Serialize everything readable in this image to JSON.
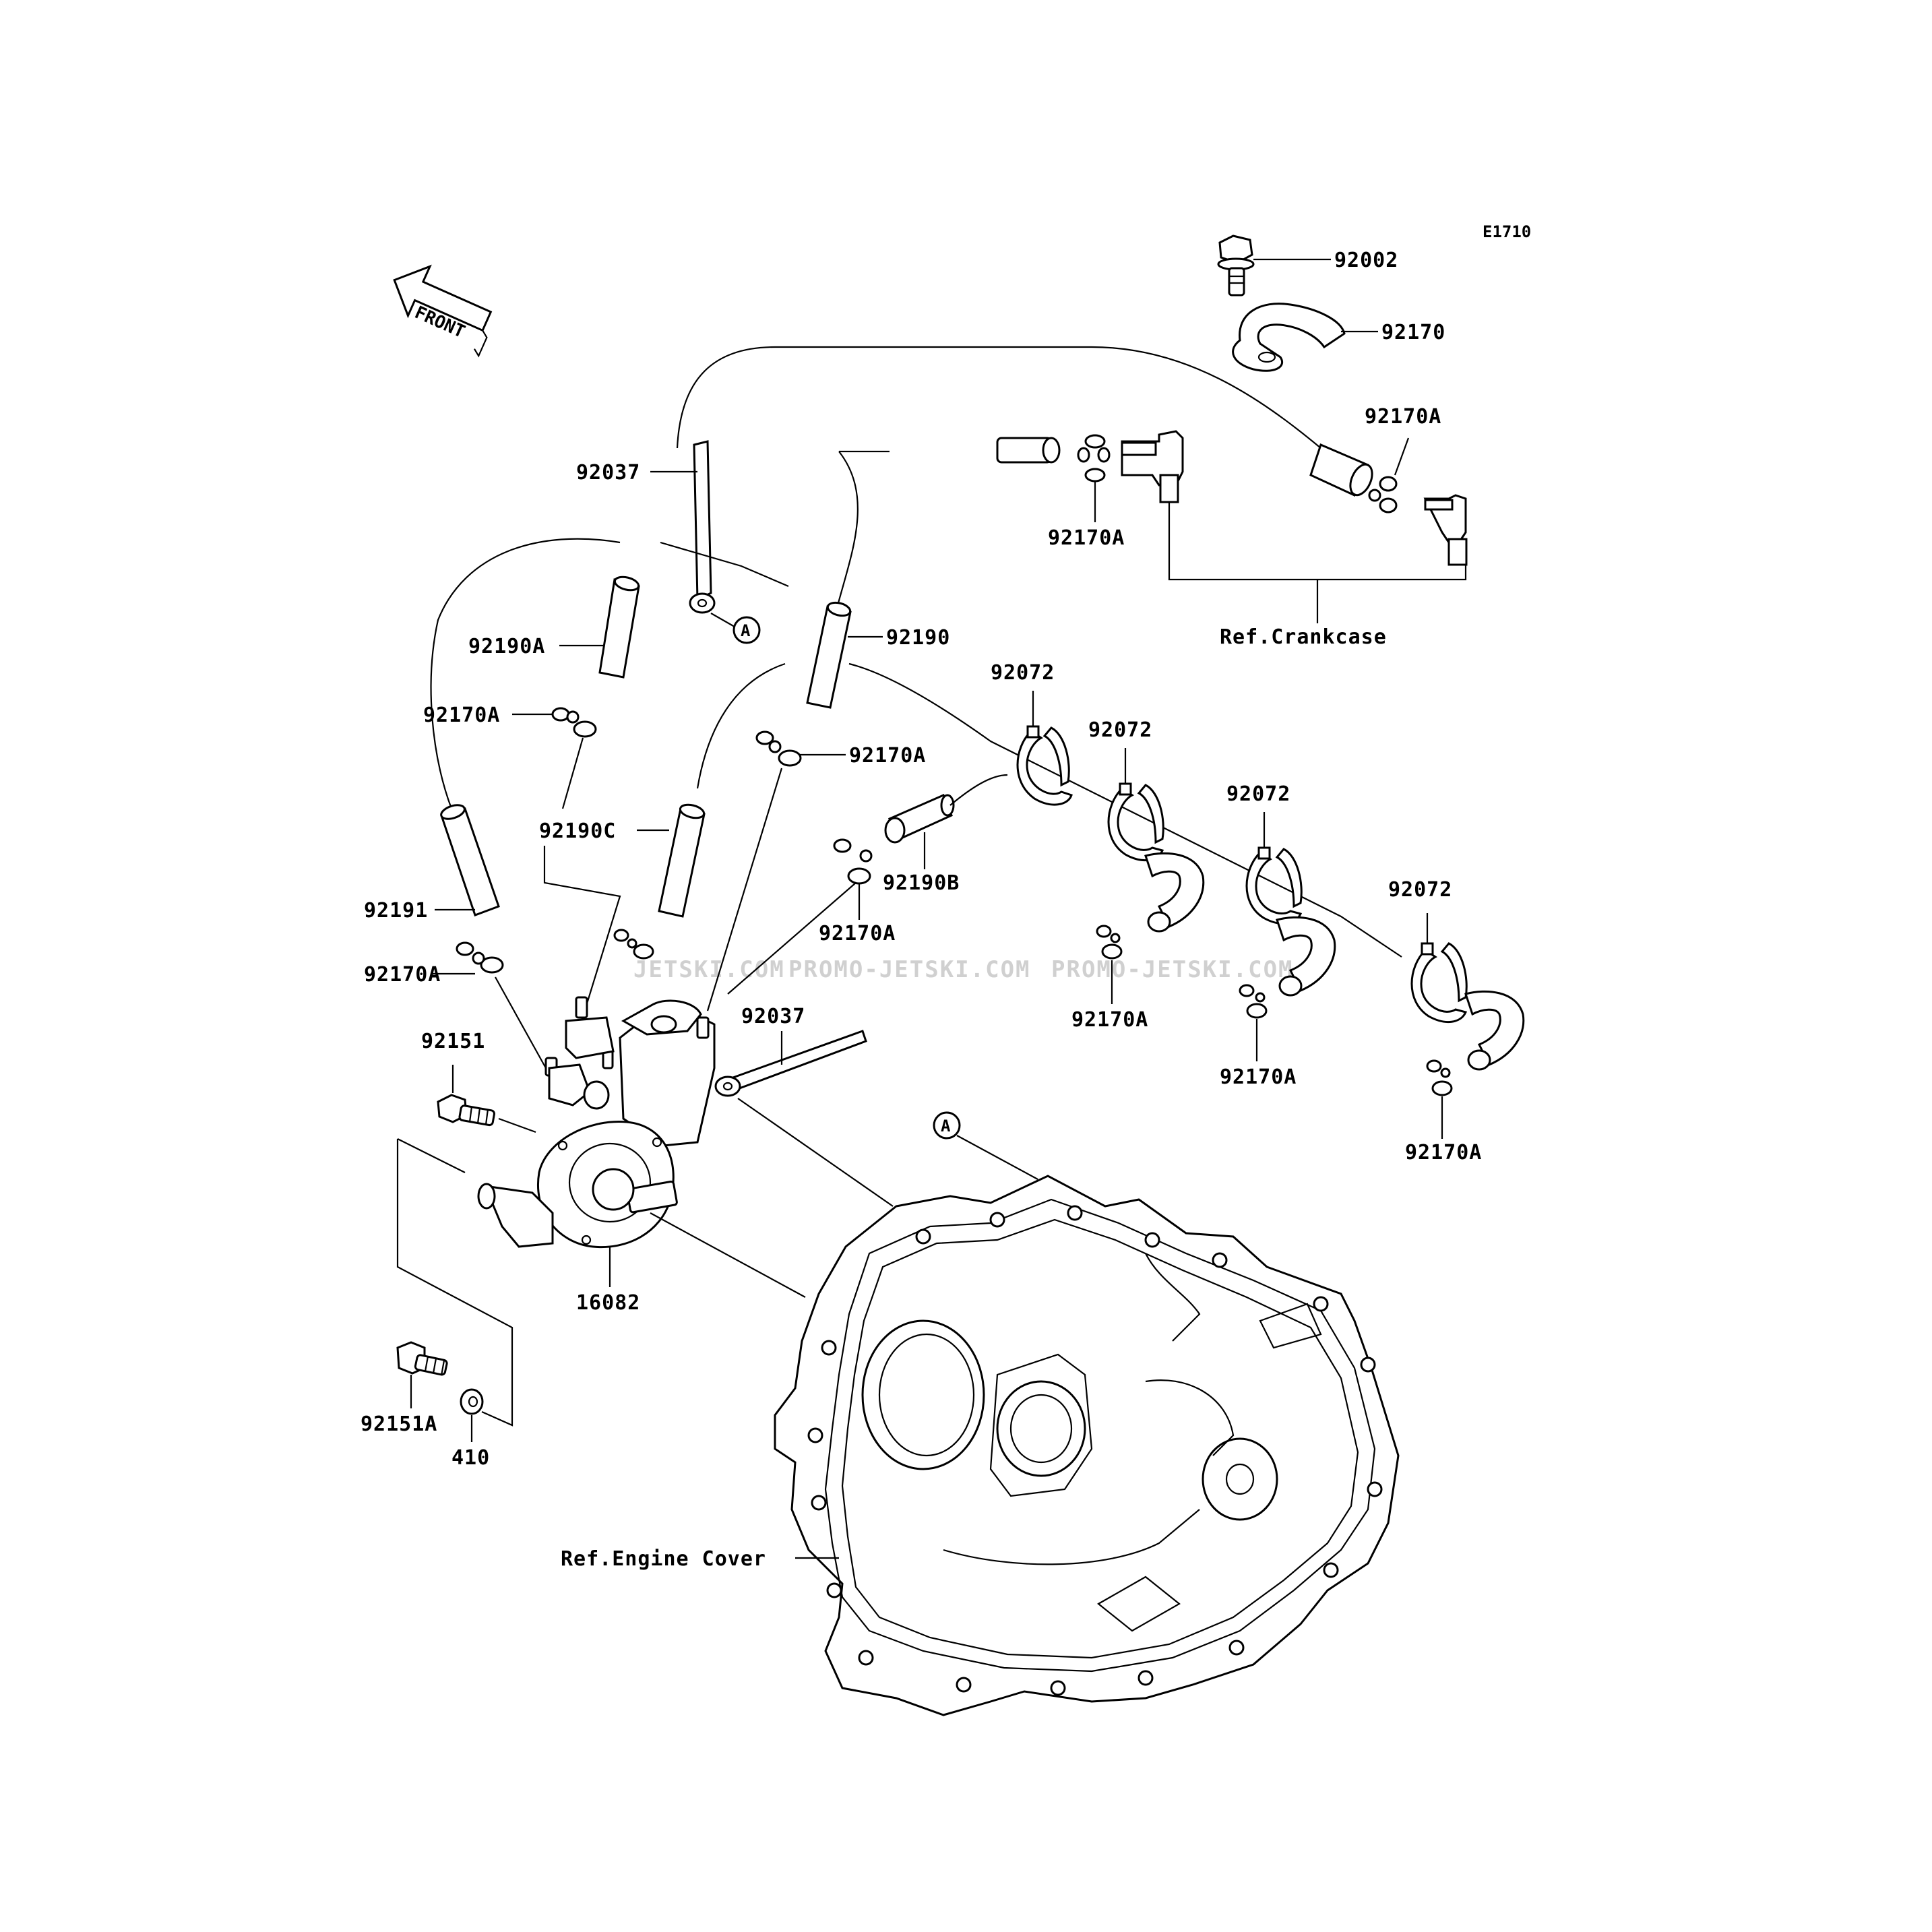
{
  "diagram_code": "E1710",
  "front_arrow": "FRONT",
  "circle_ref": "A",
  "watermarks": [
    "JETSKI.COM",
    "PROMO-JETSKI.COM",
    "PROMO-JETSKI.COM"
  ],
  "labels": {
    "p92002": "92002",
    "p92170": "92170",
    "p92170A_top_right": "92170A",
    "p92170A_top_mid": "92170A",
    "ref_crankcase": "Ref.Crankcase",
    "p92037_top": "92037",
    "p92190A": "92190A",
    "p92190": "92190",
    "p92170A_left_1": "92170A",
    "p92170A_mid_1": "92170A",
    "p92190C": "92190C",
    "p92190B": "92190B",
    "p92170A_mid_2": "92170A",
    "p92191": "92191",
    "p92170A_left_2": "92170A",
    "p92072_a": "92072",
    "p92072_b": "92072",
    "p92072_c": "92072",
    "p92072_d": "92072",
    "p92170A_clamp_1": "92170A",
    "p92170A_clamp_2": "92170A",
    "p92170A_clamp_3": "92170A",
    "p92151": "92151",
    "p92037_bottom": "92037",
    "p16082": "16082",
    "p92151A": "92151A",
    "p410": "410",
    "ref_engine_cover": "Ref.Engine Cover"
  }
}
